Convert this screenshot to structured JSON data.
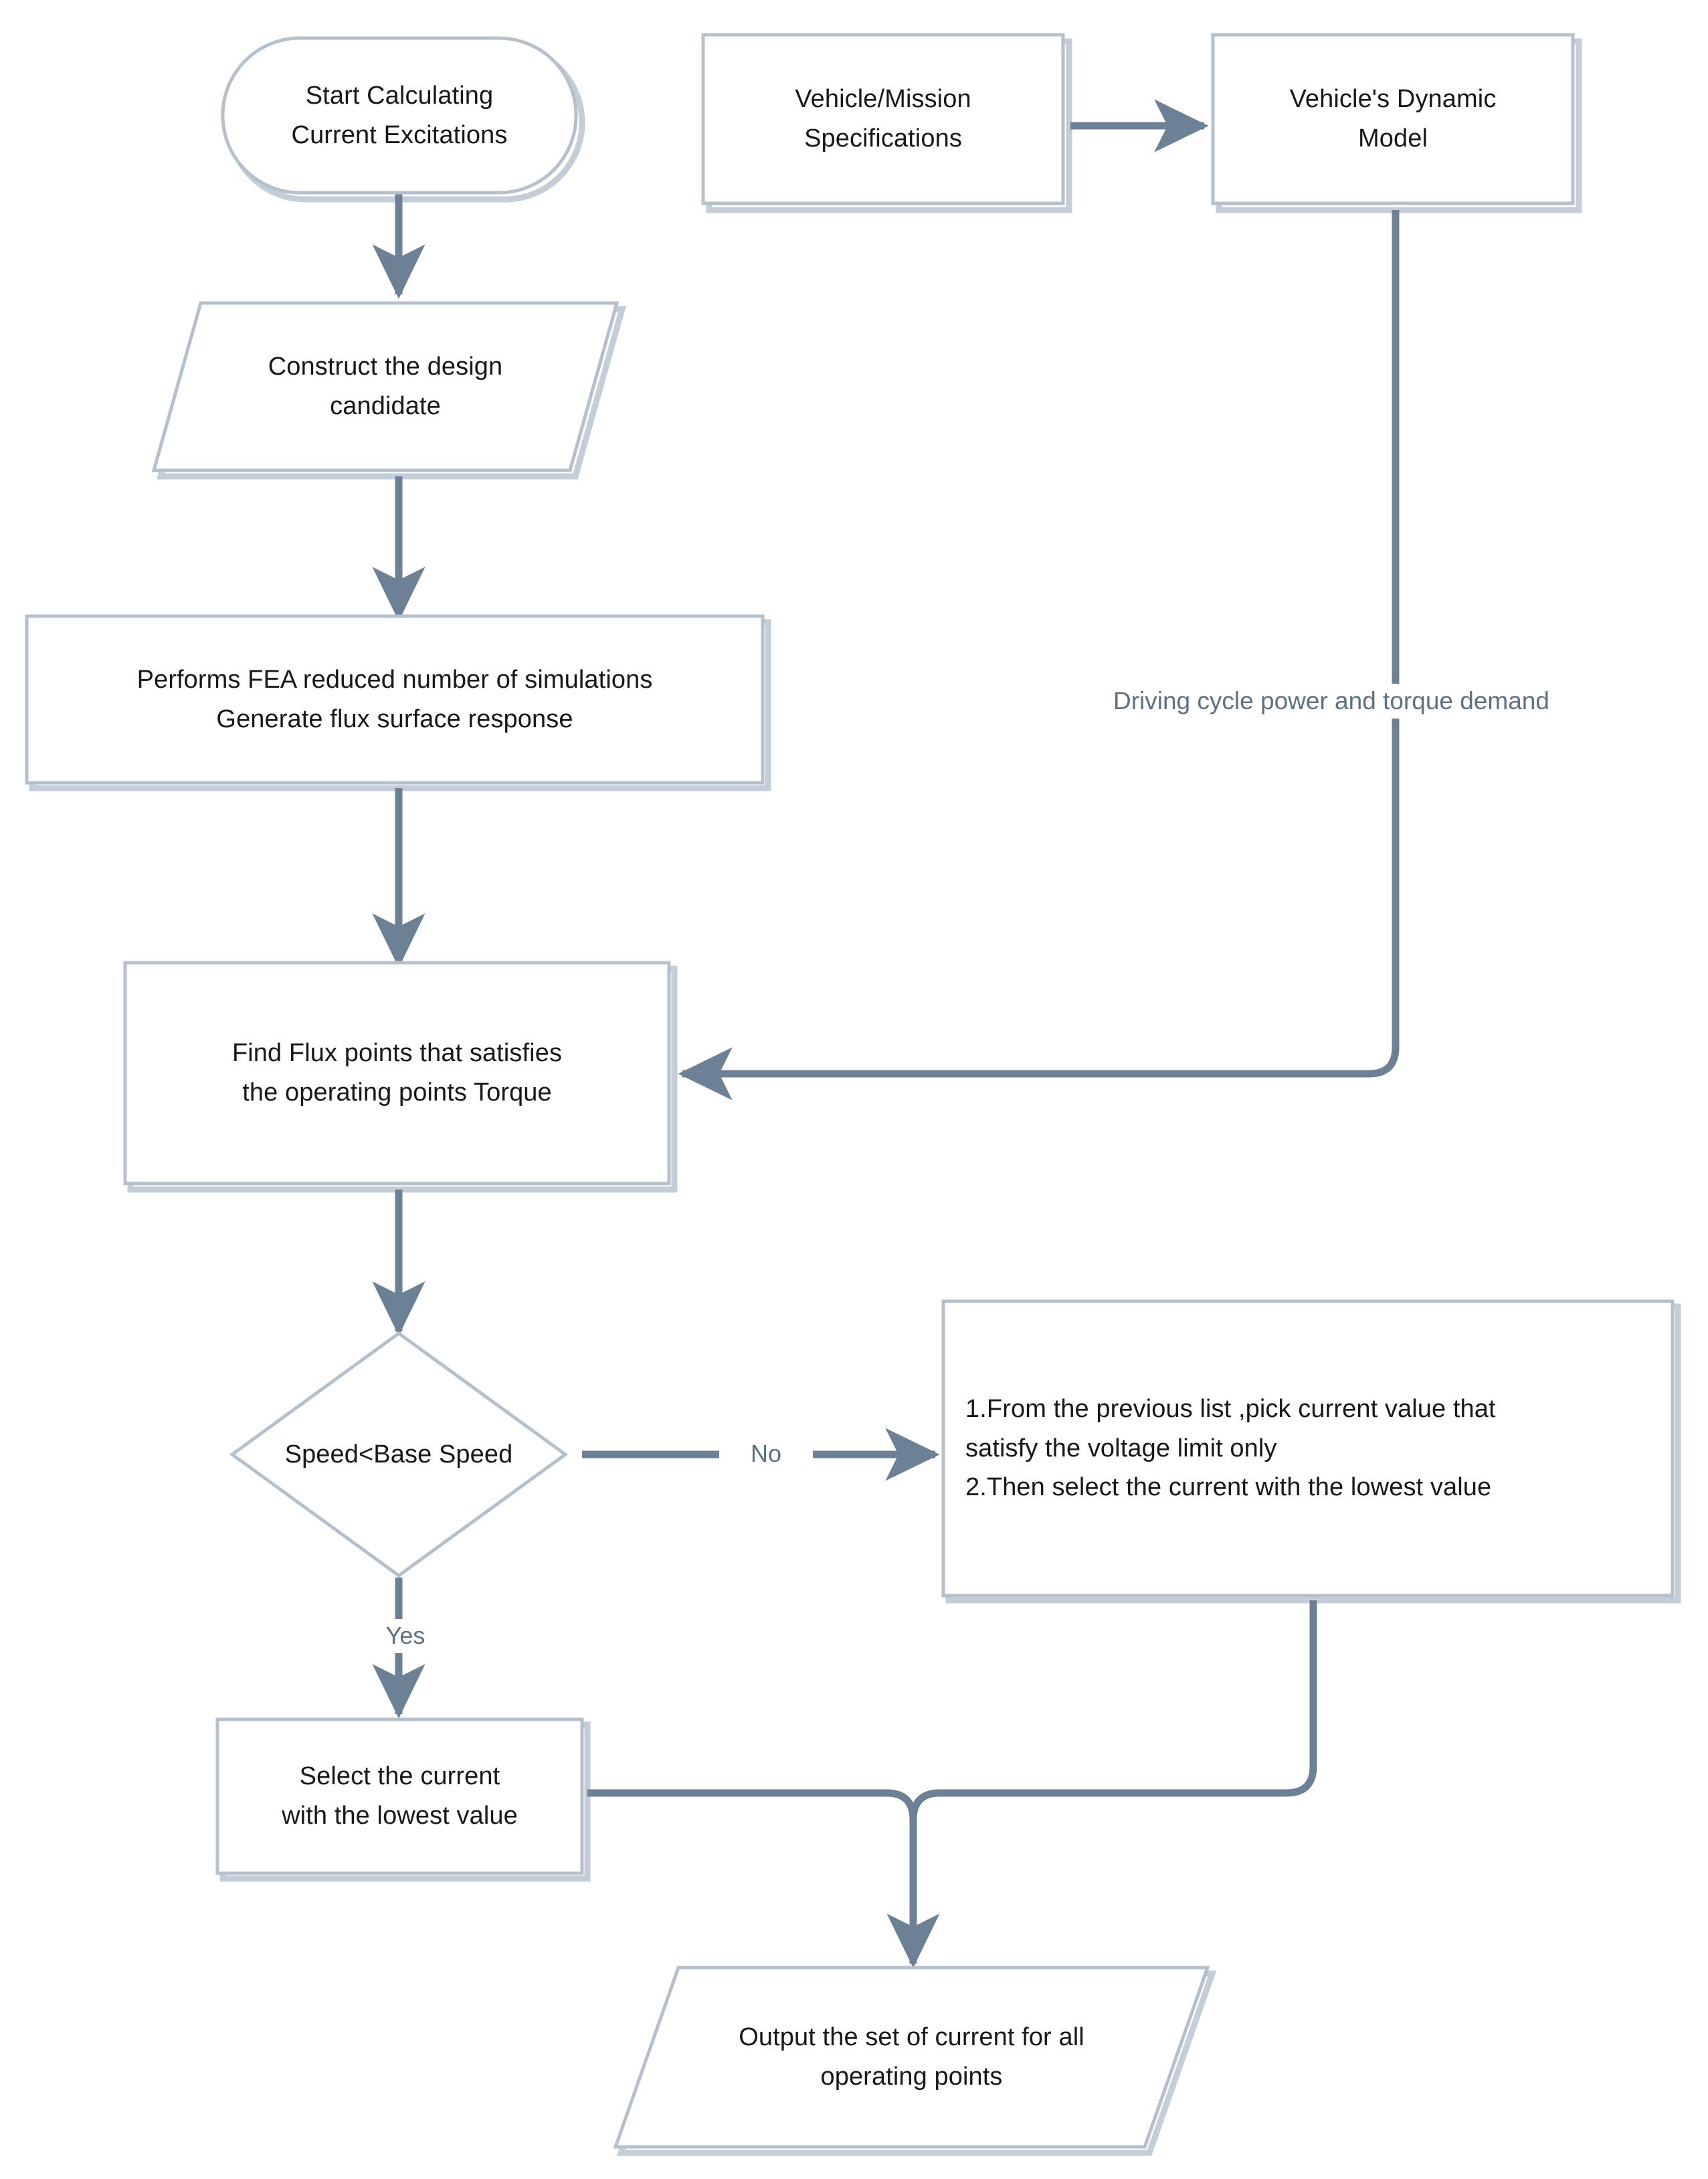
{
  "diagram": {
    "title": "Current Excitations Calculation Flowchart",
    "colors": {
      "node_border": "#b4c0cb",
      "node_fill": "#ffffff",
      "node_shadow": "#c3ced8",
      "connector": "#6c8096",
      "edge_label_text": "#5d7183",
      "node_text": "#16181c"
    }
  },
  "nodes": {
    "start": {
      "shape": "stadium",
      "label": "Start Calculating\nCurrent Excitations"
    },
    "vehicle_specs": {
      "shape": "rectangle",
      "label": "Vehicle/Mission\nSpecifications"
    },
    "dynamic_model": {
      "shape": "rectangle",
      "label": "Vehicle's Dynamic\nModel"
    },
    "construct_candidate": {
      "shape": "parallelogram",
      "label": "Construct the design\ncandidate"
    },
    "fea": {
      "shape": "rectangle",
      "label": "Performs FEA reduced number of simulations\nGenerate flux surface response"
    },
    "find_flux": {
      "shape": "rectangle",
      "label": "Find Flux points that satisfies\nthe operating points Torque"
    },
    "decision_speed": {
      "shape": "diamond",
      "label": "Speed<Base Speed"
    },
    "voltage_limit_steps": {
      "shape": "rectangle",
      "label": "1.From the previous list ,pick current value that\nsatisfy the voltage limit only\n2.Then select the current with the lowest value"
    },
    "select_lowest": {
      "shape": "rectangle",
      "label": "Select the current\nwith the lowest value"
    },
    "output": {
      "shape": "parallelogram",
      "label": "Output the set of current for all\noperating points"
    }
  },
  "edges": {
    "specs_to_model": {
      "label": ""
    },
    "start_to_construct": {
      "label": ""
    },
    "construct_to_fea": {
      "label": ""
    },
    "fea_to_find_flux": {
      "label": ""
    },
    "model_to_find_flux": {
      "label": "Driving cycle power and torque demand"
    },
    "find_flux_to_decision": {
      "label": ""
    },
    "decision_no": {
      "label": "No"
    },
    "decision_yes": {
      "label": "Yes"
    },
    "select_to_output": {
      "label": ""
    },
    "steps_to_output": {
      "label": ""
    }
  }
}
